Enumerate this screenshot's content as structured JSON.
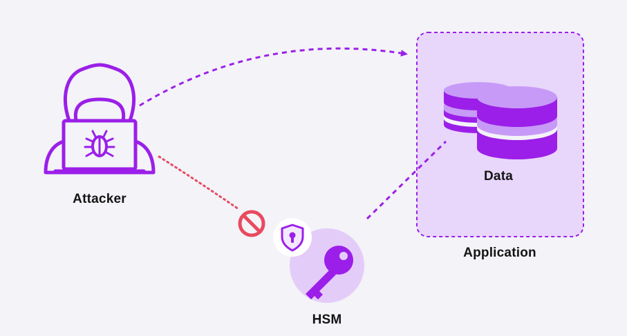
{
  "nodes": {
    "attacker": {
      "label": "Attacker"
    },
    "data": {
      "label": "Data"
    },
    "application": {
      "label": "Application"
    },
    "hsm": {
      "label": "HSM"
    }
  },
  "colors": {
    "background": "#f3f3f8",
    "accent": "#9b1fe8",
    "accent_light": "#c79af7",
    "app_fill": "#e8d6fb",
    "hsm_fill": "#e4ccf8",
    "blocked": "#e84a5f",
    "text": "#141414"
  },
  "icons": {
    "attacker": "hooded-hacker-laptop-bug-icon",
    "database": "database-stack-icon",
    "hsm": "key-icon",
    "shield": "shield-lock-icon",
    "blocked": "prohibited-icon"
  },
  "edges": [
    {
      "from": "attacker",
      "to": "application",
      "style": "dashed",
      "status": "allowed"
    },
    {
      "from": "attacker",
      "to": "hsm",
      "style": "dotted",
      "status": "blocked"
    },
    {
      "from": "hsm",
      "to": "data",
      "style": "dashed",
      "status": "allowed"
    }
  ]
}
